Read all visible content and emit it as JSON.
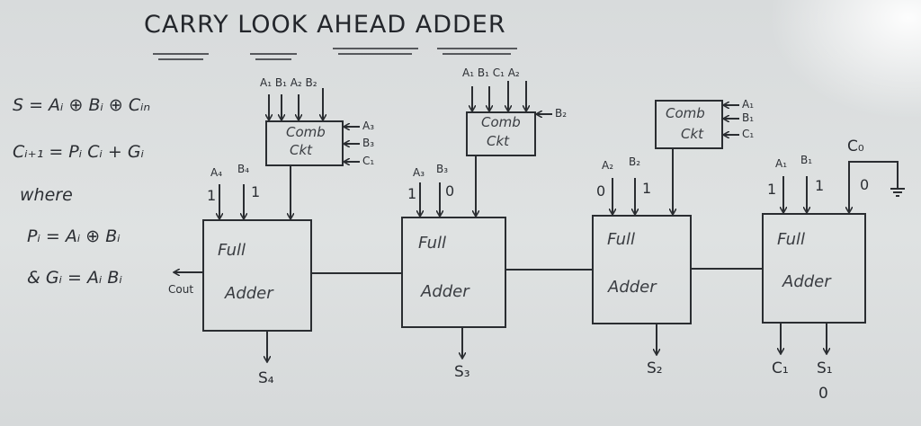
{
  "title": "CARRY LOOK AHEAD ADDER",
  "equations": {
    "sum": "S = Aᵢ ⊕ Bᵢ ⊕ Cᵢₙ",
    "carry": "Cᵢ₊₁ = Pᵢ Cᵢ + Gᵢ",
    "where": "where",
    "propagate": "Pᵢ = Aᵢ ⊕ Bᵢ",
    "generate": "& Gᵢ = Aᵢ Bᵢ"
  },
  "comb_blocks": [
    {
      "label_line1": "Comb",
      "label_line2": "Ckt",
      "top_inputs": "A₁ B₁ A₂ B₂",
      "side_inputs": [
        "A₃",
        "B₃",
        "C₁"
      ]
    },
    {
      "label_line1": "Comb",
      "label_line2": "Ckt",
      "top_inputs": "A₁ B₁ C₁ A₂",
      "side_inputs": [
        "B₂"
      ]
    },
    {
      "label_line1": "Comb",
      "label_line2": "Ckt",
      "top_inputs": "",
      "side_inputs": [
        "A₁",
        "B₁",
        "C₁"
      ]
    }
  ],
  "adders": [
    {
      "label_line1": "Full",
      "label_line2": "Adder",
      "a_label": "A₄",
      "b_label": "B₄",
      "a_value": "1",
      "b_value": "1",
      "sum_label": "S₄"
    },
    {
      "label_line1": "Full",
      "label_line2": "Adder",
      "a_label": "A₃",
      "b_label": "B₃",
      "a_value": "1",
      "b_value": "0",
      "sum_label": "S₃"
    },
    {
      "label_line1": "Full",
      "label_line2": "Adder",
      "a_label": "A₂",
      "b_label": "B₂",
      "a_value": "0",
      "b_value": "1",
      "sum_label": "S₂"
    },
    {
      "label_line1": "Full",
      "label_line2": "Adder",
      "a_label": "A₁",
      "b_label": "B₁",
      "a_value": "1",
      "b_value": "1",
      "sum_label": "S₁",
      "sum_value": "0",
      "carry_label": "C₁"
    }
  ],
  "carry_in": {
    "label": "C₀",
    "value": "0"
  },
  "carry_out": {
    "label": "Cout"
  }
}
